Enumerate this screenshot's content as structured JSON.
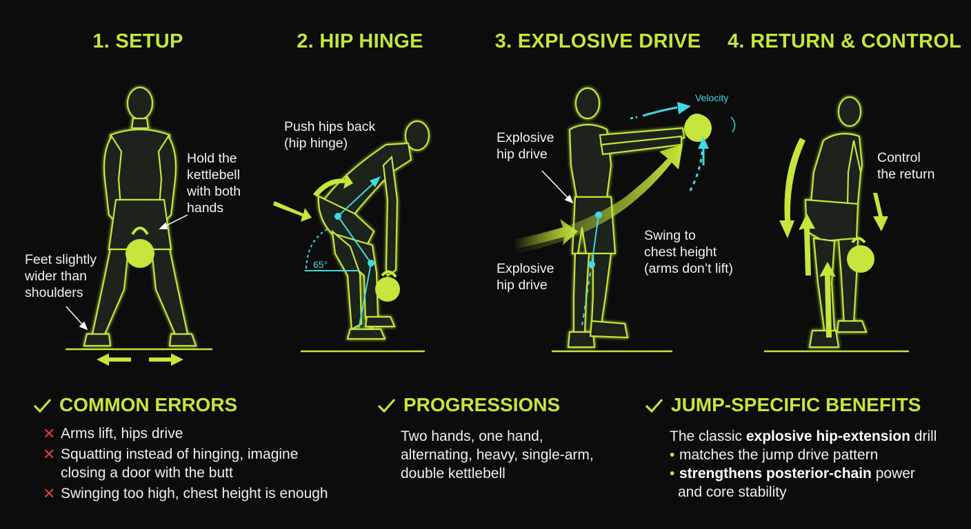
{
  "steps": [
    {
      "title": "1. SETUP"
    },
    {
      "title": "2. HIP HINGE"
    },
    {
      "title": "3. EXPLOSIVE DRIVE"
    },
    {
      "title": "4. RETURN & CONTROL"
    }
  ],
  "annotations": {
    "setup_hold": [
      "Hold the",
      "kettlebell",
      "with both",
      "hands"
    ],
    "setup_feet": [
      "Feet slightly",
      "wider than",
      "shoulders"
    ],
    "hinge_push": [
      "Push hips back",
      "(hip hinge)"
    ],
    "hinge_angle": "65°",
    "drive_top": [
      "Explosive",
      "hip drive"
    ],
    "drive_bottom": [
      "Explosive",
      "hip drive"
    ],
    "drive_swing": [
      "Swing to",
      "chest height",
      "(arms don’t lift)"
    ],
    "drive_velocity": "Velocity",
    "return_control": [
      "Control",
      "the return"
    ]
  },
  "errors": {
    "title": "COMMON ERRORS",
    "items": [
      [
        "Arms lift, hips drive"
      ],
      [
        "Squatting instead of hinging, imagine",
        "closing a door with the butt"
      ],
      [
        "Swinging too high, chest height is enough"
      ]
    ]
  },
  "progressions": {
    "title": "PROGRESSIONS",
    "lines": [
      "Two hands, one hand,",
      "alternating, heavy, single-arm,",
      "double kettlebell"
    ]
  },
  "benefits": {
    "title": "JUMP-SPECIFIC BENEFITS",
    "intro_pre": "The classic ",
    "intro_bold": "explosive hip-extension",
    "intro_post": " drill",
    "bullet1": "matches the jump drive pattern",
    "bullet2_bold": "strengthens posterior-chain",
    "bullet2_post": " power",
    "bullet2_cont": "and core stability"
  },
  "colors": {
    "accent": "#c5e63a",
    "cyan": "#40d9e6",
    "error": "#e23c3c",
    "background": "#0b0c0b"
  }
}
